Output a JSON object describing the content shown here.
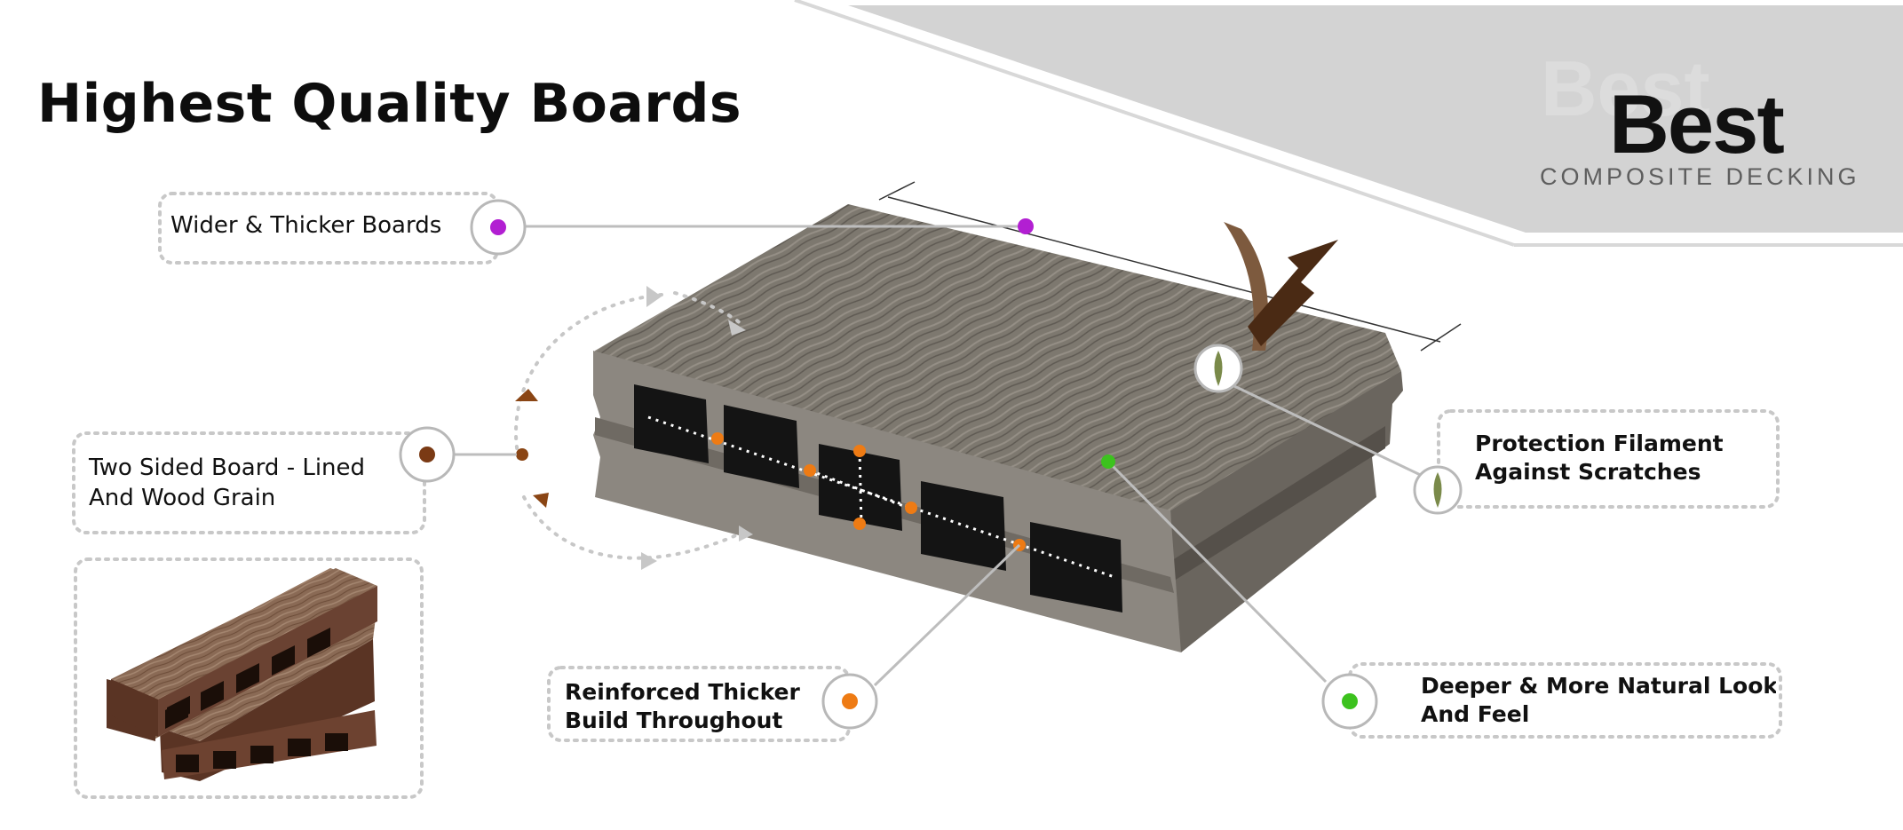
{
  "title": "Highest Quality Boards",
  "brand": {
    "name": "Best",
    "tagline": "COMPOSITE DECKING"
  },
  "callouts": {
    "wider": {
      "text": "Wider & Thicker Boards",
      "dot_color": "#b21fd2"
    },
    "two_sided": {
      "line1": "Two Sided Board - Lined",
      "line2": "And Wood Grain",
      "dot_color": "#7a3a14"
    },
    "protection": {
      "line1": "Protection Filament",
      "line2": "Against Scratches",
      "icon": "leaf-filament-icon"
    },
    "reinforced": {
      "line1": "Reinforced Thicker",
      "line2": "Build Throughout",
      "dot_color": "#ee7b14"
    },
    "natural": {
      "line1": "Deeper & More Natural Look",
      "line2": "And Feel",
      "dot_color": "#3cc21e"
    }
  },
  "colors": {
    "banner_gray": "#d3d3d3",
    "board_top": "#7f7a73",
    "board_side": "#6a655e",
    "board_end": "#8c8780",
    "dotted_border": "#c8c8c8",
    "arrow_brown": "#4a2a14"
  }
}
